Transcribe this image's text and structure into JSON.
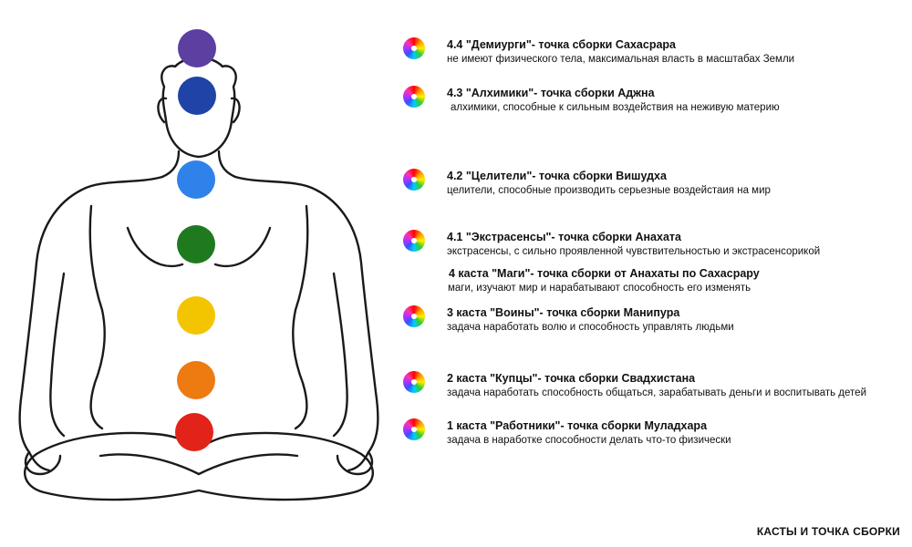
{
  "colors": {
    "outline": "#1a1a1a",
    "wheel": [
      "#ff0000",
      "#ff9900",
      "#ffee00",
      "#33cc33",
      "#00ccff",
      "#3355ff",
      "#aa33ff",
      "#ff33aa",
      "#ff0000"
    ]
  },
  "chakras": [
    {
      "name": "Сахасрара",
      "color": "#5c3fa1"
    },
    {
      "name": "Аджна",
      "color": "#1f43a6"
    },
    {
      "name": "Вишудха",
      "color": "#2f82ea"
    },
    {
      "name": "Анахата",
      "color": "#1f7a1f"
    },
    {
      "name": "Манипура",
      "color": "#f2c500"
    },
    {
      "name": "Свадхистана",
      "color": "#ee7a12"
    },
    {
      "name": "Муладхара",
      "color": "#e2231a"
    }
  ],
  "entries": [
    {
      "title": "4.4 \"Демиурги\"- точка сборки Сахасрара",
      "desc": "не имеют физического тела, максимальная власть в масштабах Земли",
      "icon": "color-wheel-icon"
    },
    {
      "title": "4.3 \"Алхимики\"- точка сборки Аджна",
      "desc": "алхимики, способные к сильным воздействия на неживую материю",
      "icon": "color-wheel-icon"
    },
    {
      "title": "4.2 \"Целители\"- точка сборки Вишудха",
      "desc": "целители, способные производить серьезные воздейстаия на мир",
      "icon": "color-wheel-icon"
    },
    {
      "title": "4.1 \"Экстрасенсы\"- точка сборки Анахата",
      "desc": "экстрасенсы, с сильно проявленной чувствительностью и экстрасенсорикой",
      "icon": "color-wheel-icon"
    },
    {
      "title": "4 каста \"Маги\"- точка сборки от Анахаты по Сахасрару",
      "desc": "маги, изучают мир и нарабатывают способность его изменять",
      "icon": ""
    },
    {
      "title": "3 каста \"Воины\"- точка сборки Манипура",
      "desc": "задача наработать волю и способность управлять людьми",
      "icon": "color-wheel-icon"
    },
    {
      "title": "2 каста \"Купцы\"- точка сборки Свадхистана",
      "desc": "задача наработать способность общаться, зарабатывать деньги и воспитывать детей",
      "icon": "color-wheel-icon"
    },
    {
      "title": "1 каста \"Работники\"- точка сборки Муладхара",
      "desc": "задача в наработке способности делать что-то физически",
      "icon": "color-wheel-icon"
    }
  ],
  "footer": "КАСТЫ И ТОЧКА СБОРКИ"
}
